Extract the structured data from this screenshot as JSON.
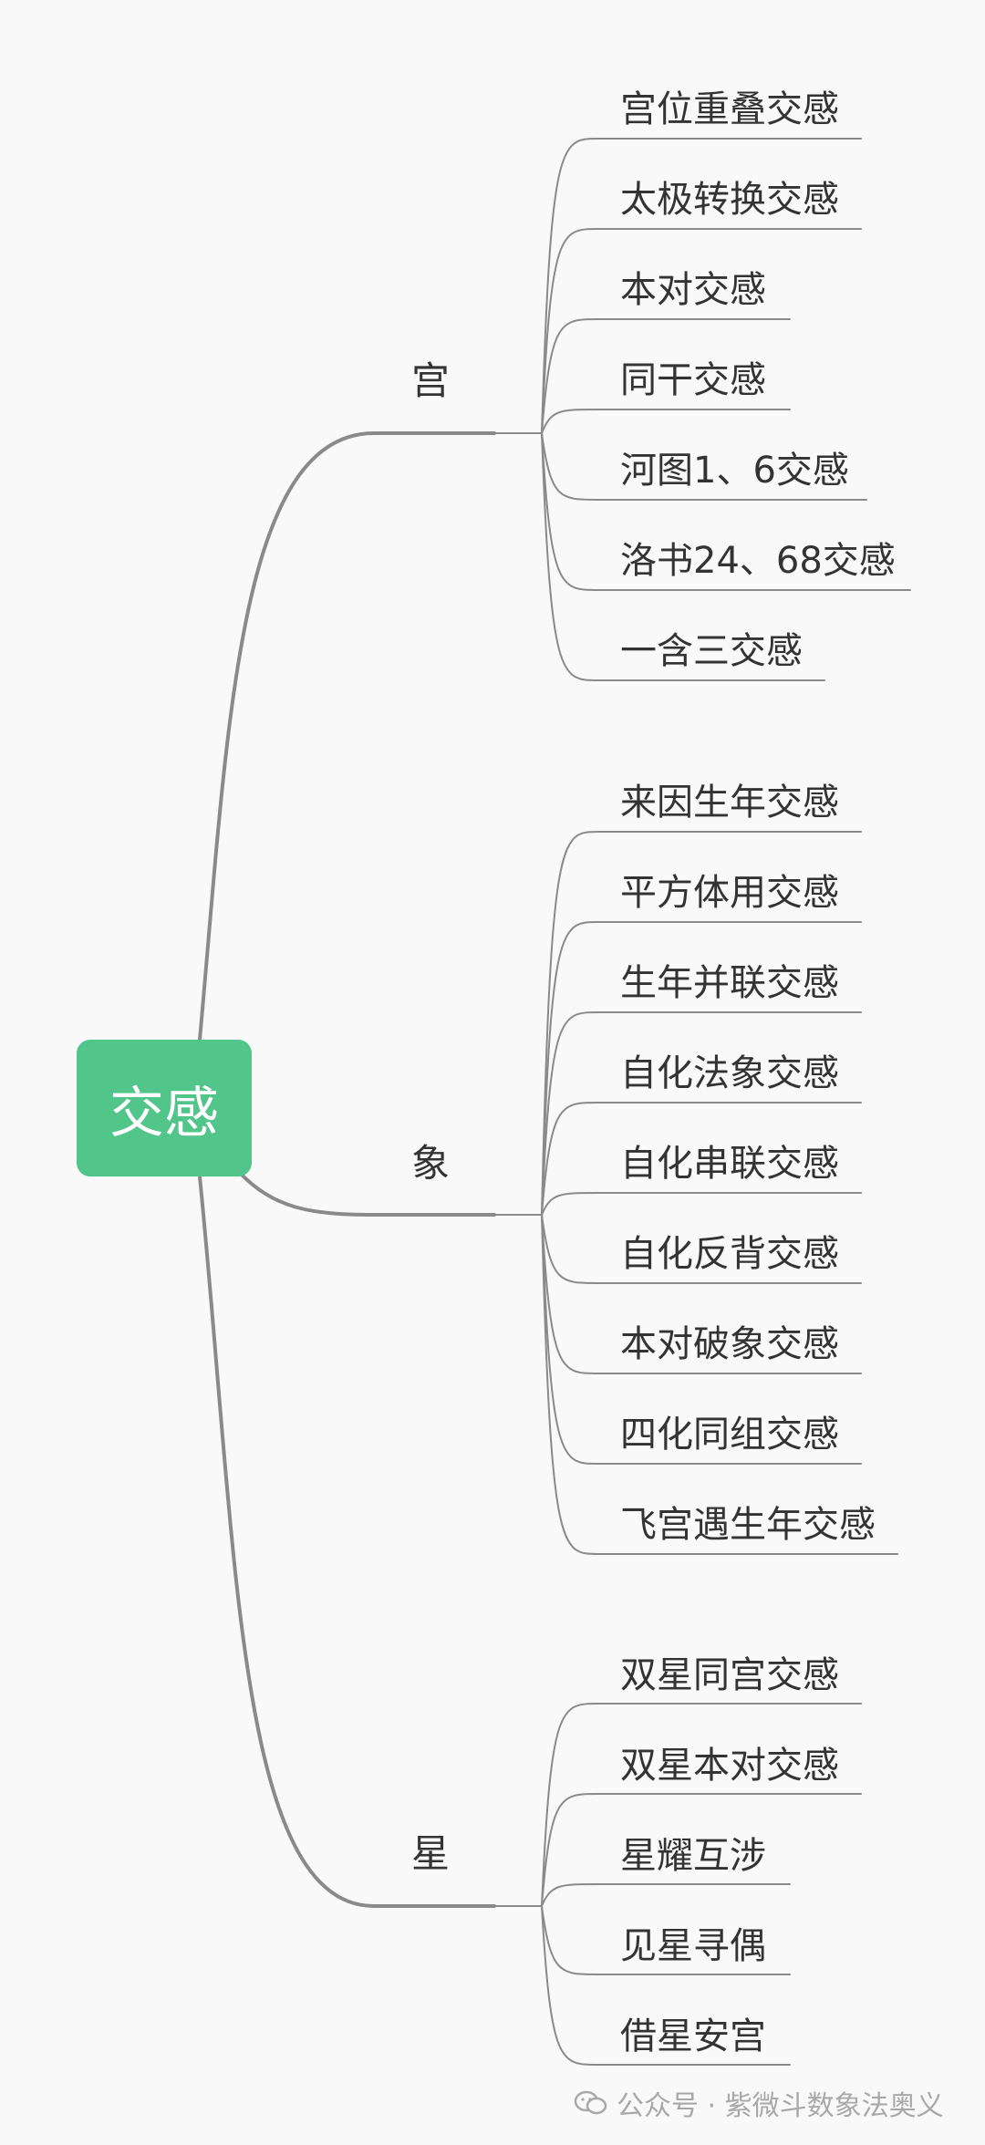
{
  "root": {
    "label": "交感"
  },
  "branches": [
    {
      "label": "宫",
      "leaves": [
        "宫位重叠交感",
        "太极转换交感",
        "本对交感",
        "同干交感",
        "河图1、6交感",
        "洛书24、68交感",
        "一含三交感"
      ]
    },
    {
      "label": "象",
      "leaves": [
        "来因生年交感",
        "平方体用交感",
        "生年并联交感",
        "自化法象交感",
        "自化串联交感",
        "自化反背交感",
        "本对破象交感",
        "四化同组交感",
        "飞宫遇生年交感"
      ]
    },
    {
      "label": "星",
      "leaves": [
        "双星同宫交感",
        "双星本对交感",
        "星耀互涉",
        "见星寻偶",
        "借星安宫"
      ]
    }
  ],
  "watermark": {
    "text": "公众号 · 紫微斗数象法奥义",
    "icon": "wechat-icon"
  },
  "colors": {
    "root_fill": "#52c58a",
    "connector": "#8a8a8a",
    "text": "#333333",
    "background": "#f9f9f9"
  }
}
